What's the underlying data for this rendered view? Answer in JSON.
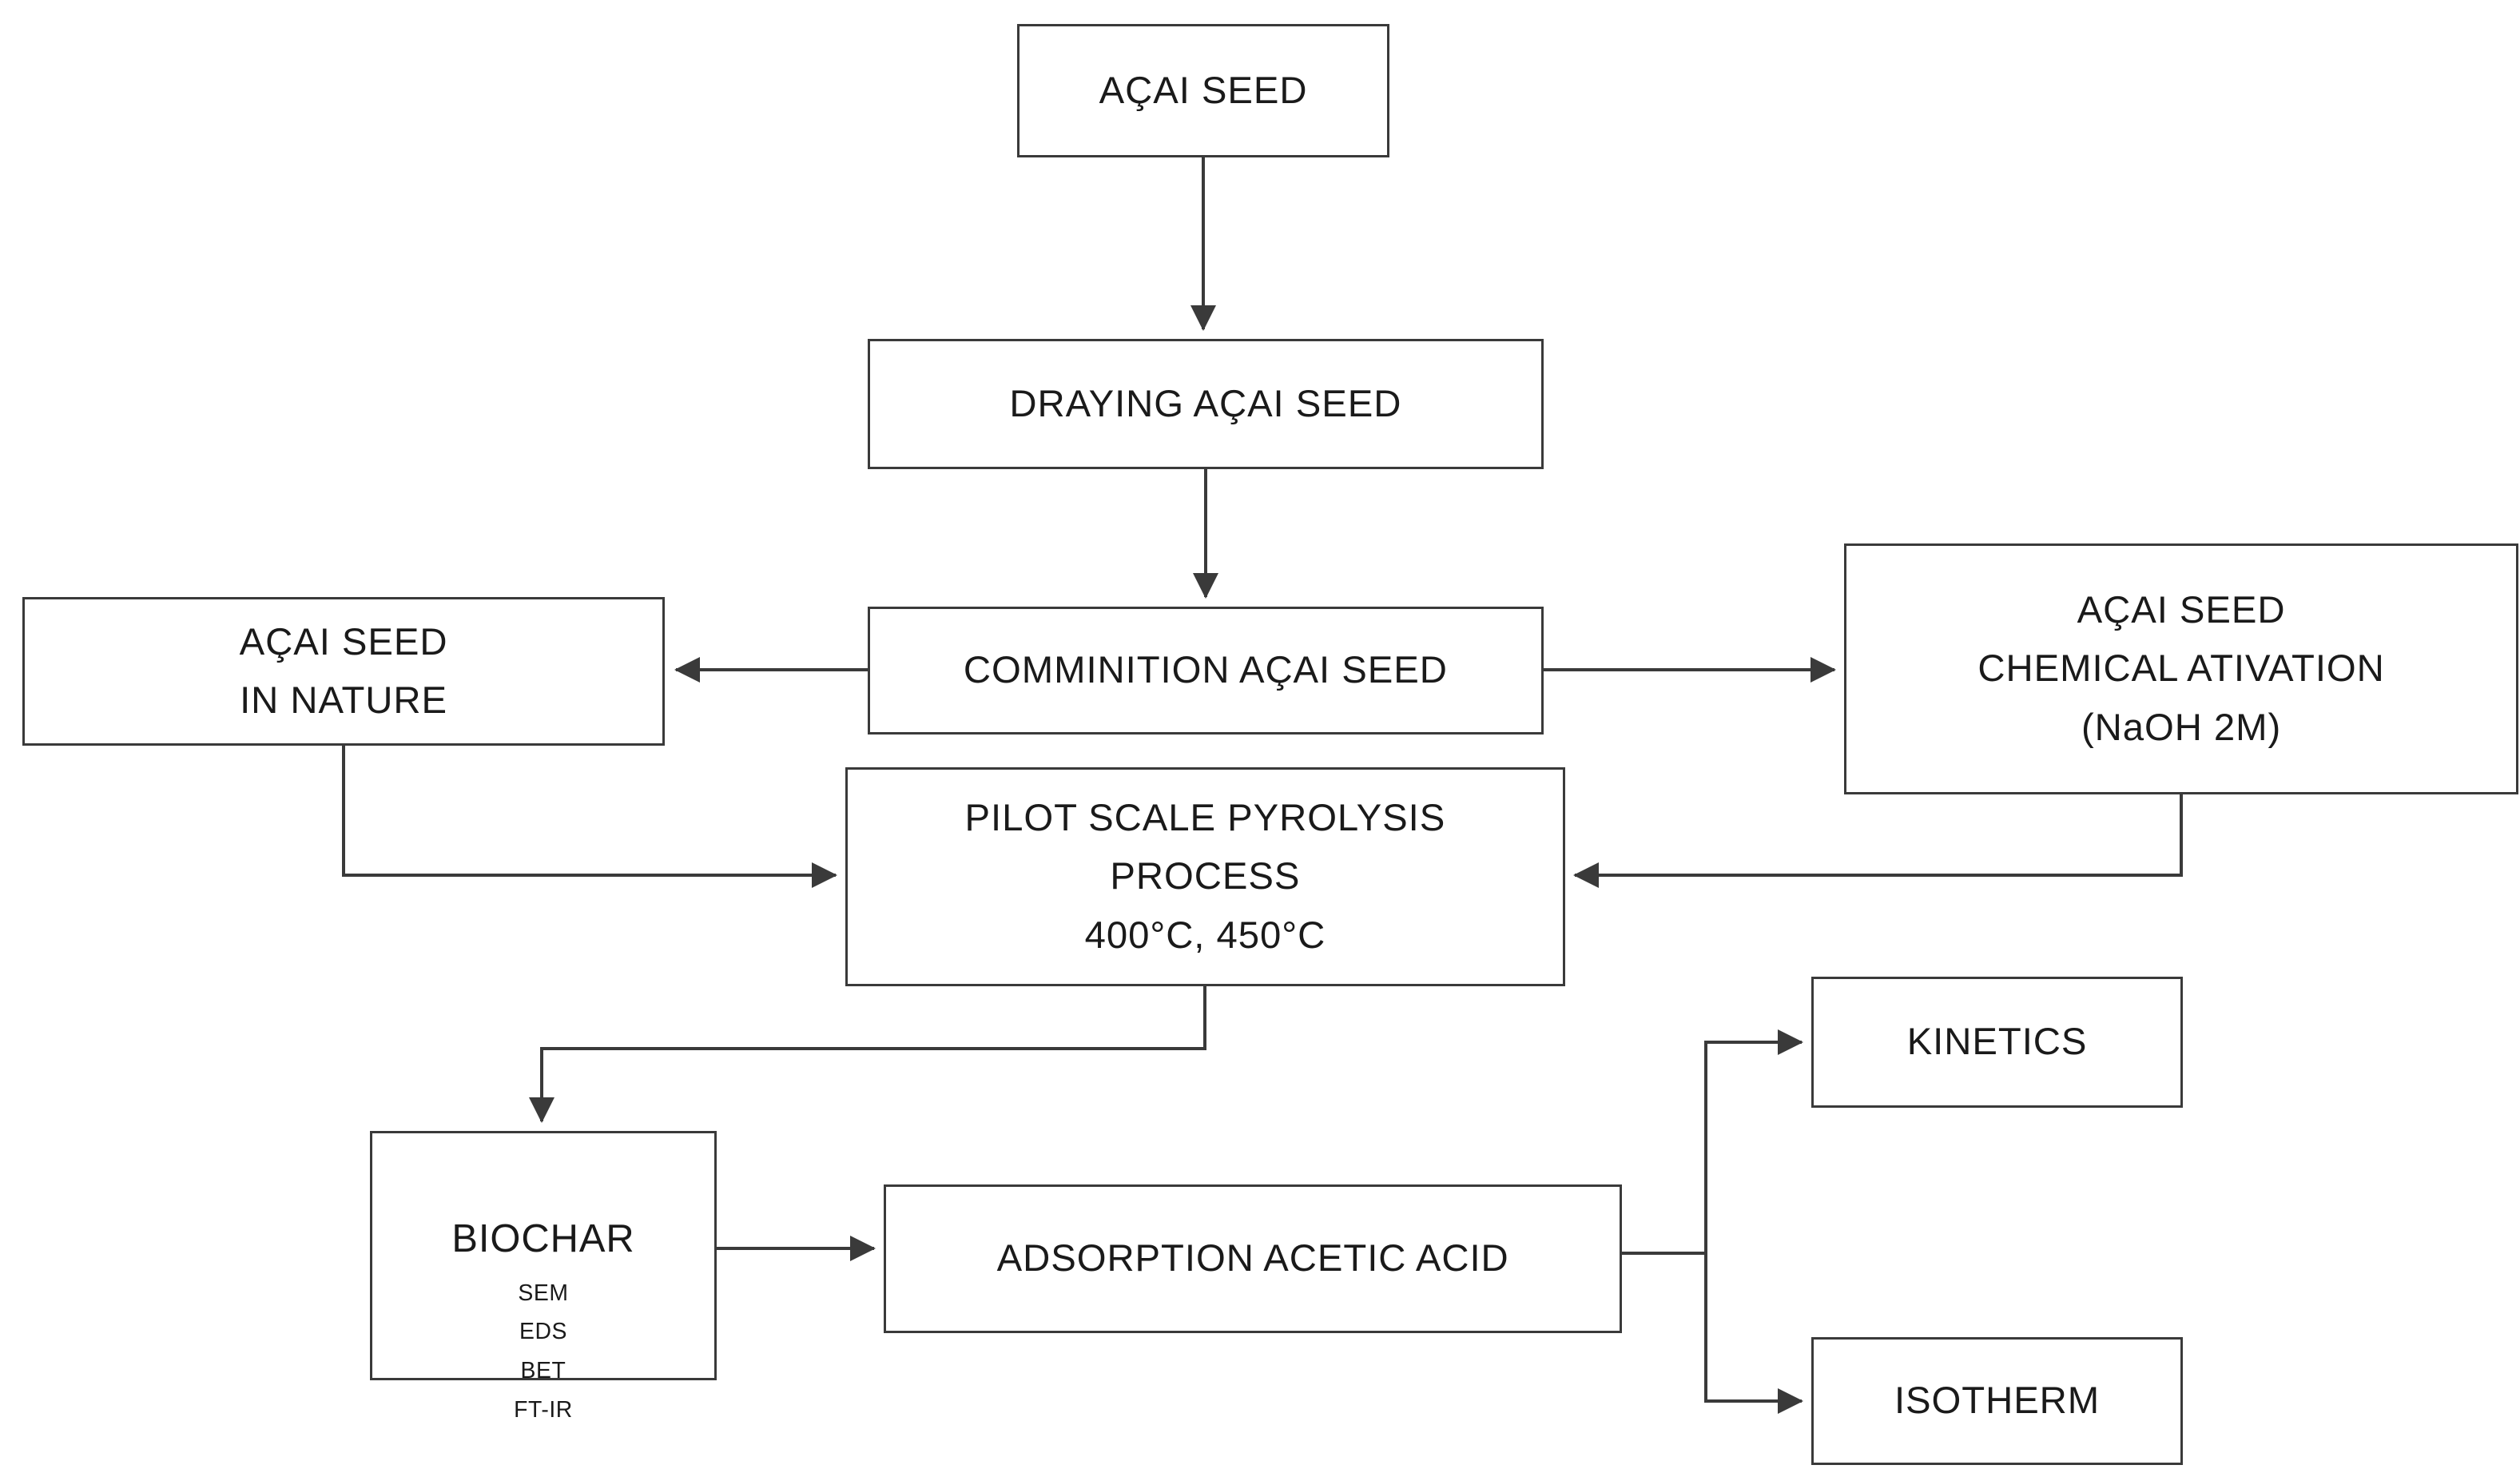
{
  "diagram": {
    "title_semantic": "Açai seed biochar preparation and adsorption study flowchart",
    "colors": {
      "background": "#ffffff",
      "line": "#3a3a3a",
      "text": "#1a1a1a"
    },
    "nodes": {
      "acai_seed": {
        "label": "AÇAI SEED"
      },
      "draying": {
        "label": "DRAYING AÇAI SEED"
      },
      "comminition": {
        "label": "COMMINITION AÇAI SEED"
      },
      "in_nature": {
        "line1": "AÇAI SEED",
        "line2": "IN NATURE"
      },
      "chemical": {
        "line1": "AÇAI SEED",
        "line2": "CHEMICAL ATIVATION",
        "line3": "(NaOH 2M)"
      },
      "pilot": {
        "line1": "PILOT SCALE PYROLYSIS",
        "line2": "PROCESS",
        "line3": "400°C, 450°C"
      },
      "biochar": {
        "title": "BIOCHAR",
        "methods": [
          "SEM",
          "EDS",
          "BET",
          "FT-IR"
        ]
      },
      "adsorption": {
        "label": "ADSORPTION ACETIC ACID"
      },
      "kinetics": {
        "label": "KINETICS"
      },
      "isotherm": {
        "label": "ISOTHERM"
      }
    },
    "edges": [
      {
        "from": "acai_seed",
        "to": "draying"
      },
      {
        "from": "draying",
        "to": "comminition"
      },
      {
        "from": "comminition",
        "to": "in_nature"
      },
      {
        "from": "comminition",
        "to": "chemical"
      },
      {
        "from": "in_nature",
        "to": "pilot"
      },
      {
        "from": "chemical",
        "to": "pilot"
      },
      {
        "from": "pilot",
        "to": "biochar"
      },
      {
        "from": "biochar",
        "to": "adsorption"
      },
      {
        "from": "adsorption",
        "to": "kinetics"
      },
      {
        "from": "adsorption",
        "to": "isotherm"
      }
    ]
  }
}
